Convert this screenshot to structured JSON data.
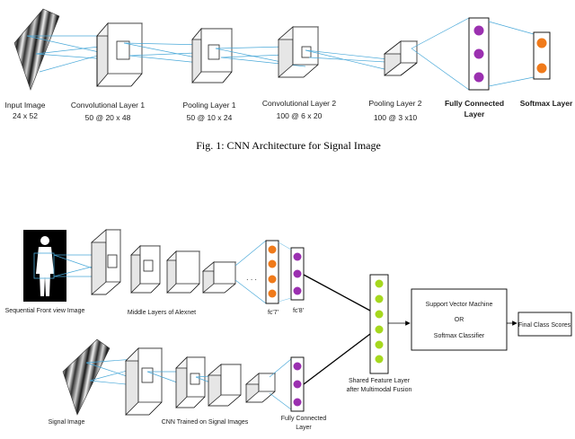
{
  "figure1": {
    "labels": {
      "input_title": "Input Image",
      "input_dims": "24 x 52",
      "conv1_title": "Convolutional Layer 1",
      "conv1_dims": "50 @ 20 x 48",
      "pool1_title": "Pooling Layer 1",
      "pool1_dims": "50 @ 10 x 24",
      "conv2_title": "Convolutional Layer 2",
      "conv2_dims": "100 @ 6 x 20",
      "pool2_title": "Pooling Layer 2",
      "pool2_dims": "100 @ 3 x10",
      "fc_title_1": "Fully Connected",
      "fc_title_2": "Layer",
      "softmax_title": "Softmax Layer"
    },
    "caption": "Fig. 1: CNN Architecture for Signal Image",
    "node_colors": {
      "fc": "#9b30b0",
      "softmax": "#f07a1a"
    }
  },
  "figure2": {
    "labels": {
      "front_image": "Sequential Front view Image",
      "alexnet": "Middle Layers of Alexnet",
      "dots": ". . .",
      "fc7": "fc'7'",
      "fc8": "fc'8'",
      "shared_1": "Shared Feature Layer",
      "shared_2": "after Multimodal Fusion",
      "svm": "Support Vector Machine",
      "or": "OR",
      "softmax_cls": "Softmax Classifier",
      "final": "Final Class Scores",
      "signal_image": "Signal Image",
      "cnn_trained": "CNN Trained on Signal Images",
      "fc_1": "Fully Connected",
      "fc_2": "Layer"
    },
    "node_colors": {
      "fc7": "#f07a1a",
      "fc8": "#9b30b0",
      "shared": "#a6d81e",
      "signal_fc": "#9b30b0"
    }
  }
}
